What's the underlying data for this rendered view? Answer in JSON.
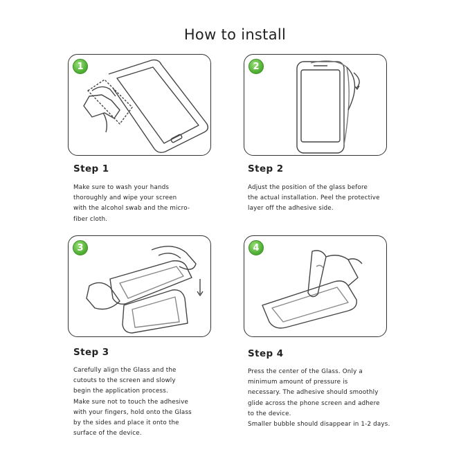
{
  "title": "How to install",
  "steps": [
    {
      "number": "1",
      "heading": "Step 1",
      "text": "Make sure to wash your hands\nthoroughly and wipe your screen\nwith the alcohol swab and the micro-\nfiber cloth."
    },
    {
      "number": "2",
      "heading": "Step 2",
      "text": "Adjust the position of the glass before\nthe actual installation. Peel the protective\nlayer off the adhesive side."
    },
    {
      "number": "3",
      "heading": "Step 3",
      "text": "Carefully align the Glass and the\ncutouts to the screen and slowly\nbegin the application process.\nMake sure not to touch the adhesive\nwith your fingers, hold onto the Glass\nby the sides and place it onto the\nsurface of the device."
    },
    {
      "number": "4",
      "heading": "Step 4",
      "text": "Press the center of the Glass. Only a\nminimum amount of pressure is\nnecessary. The adhesive should smoothly\nglide across the phone screen and adhere\nto the device.\nSmaller bubble should disappear in 1-2 days."
    }
  ],
  "colors": {
    "badge_green": "#4aab2e",
    "outline": "#333333"
  }
}
